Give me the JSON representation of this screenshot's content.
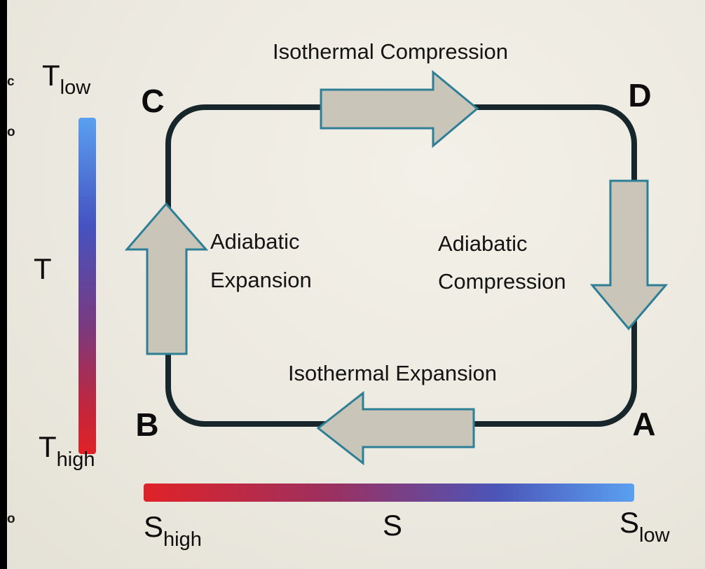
{
  "palette": {
    "background": "#ece9e0",
    "cycle_stroke": "#16262b",
    "arrow_fill": "#c9c5b8",
    "arrow_stroke": "#2e7f96",
    "text": "#0d0d0d",
    "hot": "#e02227",
    "cold": "#5aa0f0"
  },
  "cycle": {
    "corner_c": "C",
    "corner_d": "D",
    "corner_a": "A",
    "corner_b": "B",
    "top_process": "Isothermal Compression",
    "bottom_process": "Isothermal Expansion",
    "left_process_line1": "Adiabatic",
    "left_process_line2": "Expansion",
    "right_process_line1": "Adiabatic",
    "right_process_line2": "Compression"
  },
  "temperature_axis": {
    "top_label_base": "T",
    "top_label_sub": "low",
    "mid_label": "T",
    "bottom_label_base": "T",
    "bottom_label_sub": "high"
  },
  "entropy_axis": {
    "left_label_base": "S",
    "left_label_sub": "high",
    "mid_label": "S",
    "right_label_base": "S",
    "right_label_sub": "low"
  },
  "edge_fragments": {
    "f1": "c",
    "f2": "o",
    "f3": "o"
  }
}
